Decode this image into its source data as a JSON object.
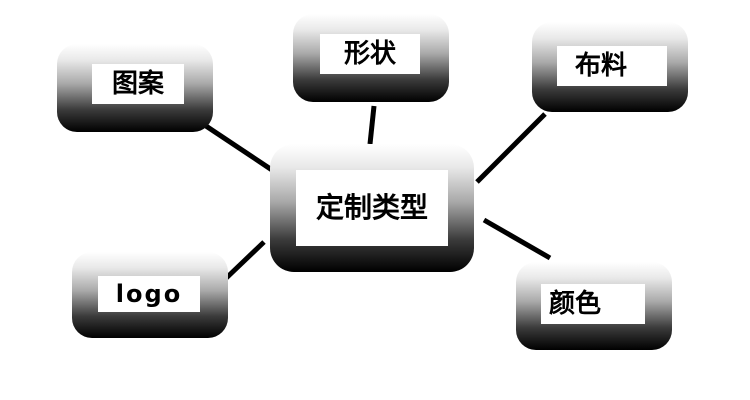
{
  "diagram": {
    "center": {
      "label": "定制类型"
    },
    "nodes": [
      {
        "id": "pattern",
        "label": "图案"
      },
      {
        "id": "shape",
        "label": "形状"
      },
      {
        "id": "fabric",
        "label": "布料"
      },
      {
        "id": "logo",
        "label": "logo"
      },
      {
        "id": "color",
        "label": "颜色"
      }
    ],
    "colors": {
      "connector": "#000000",
      "node_top": "#ffffff",
      "node_bottom": "#000000",
      "label_bg": "#ffffff",
      "text": "#000000"
    }
  }
}
